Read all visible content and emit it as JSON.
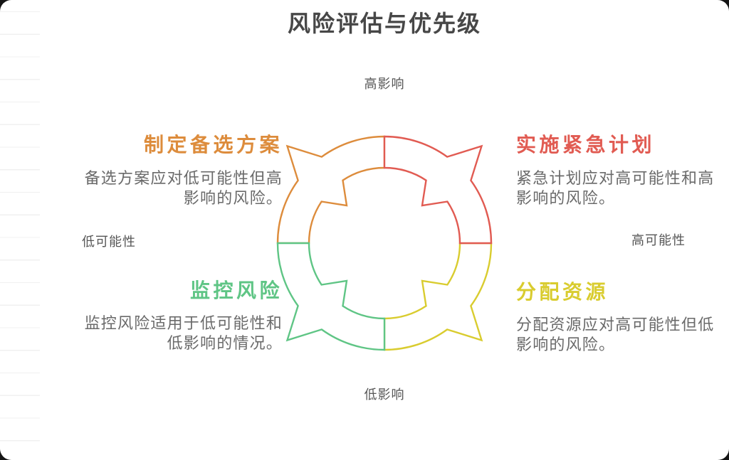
{
  "title": "风险评估与优先级",
  "axis_labels": {
    "top": "高影响",
    "bottom": "低影响",
    "left": "低可能性",
    "right": "高可能性"
  },
  "quadrants": [
    {
      "id": "top-left",
      "heading": "制定备选方案",
      "body_lines": [
        "备选方案应对低可能性但高",
        "影响的风险。"
      ],
      "color": "#DD8C3C"
    },
    {
      "id": "top-right",
      "heading": "实施紧急计划",
      "body_lines": [
        "紧急计划应对高可能性和高",
        "影响的风险。"
      ],
      "color": "#E15B52"
    },
    {
      "id": "bottom-left",
      "heading": "监控风险",
      "body_lines": [
        "监控风险适用于低可能性和",
        "低影响的情况。"
      ],
      "color": "#5FC585"
    },
    {
      "id": "bottom-right",
      "heading": "分配资源",
      "body_lines": [
        "分配资源应对高可能性但低",
        "影响的风险。"
      ],
      "color": "#D9CC2F"
    }
  ],
  "cycle": {
    "segments": [
      {
        "quadrant": "top-left",
        "color": "#DD8C3C"
      },
      {
        "quadrant": "top-right",
        "color": "#E15B52"
      },
      {
        "quadrant": "bottom-left",
        "color": "#5FC585"
      },
      {
        "quadrant": "bottom-right",
        "color": "#D9CC2F"
      }
    ]
  },
  "colors": {
    "title_text": "#474747",
    "body_text": "#6A6A6A",
    "axis_text": "#565656",
    "card_background": "#FFFFFF"
  }
}
